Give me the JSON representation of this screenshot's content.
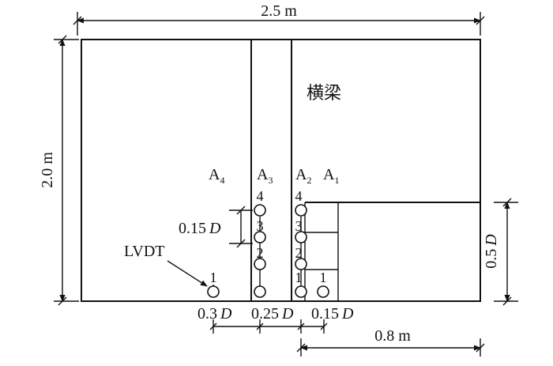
{
  "dims": {
    "top_width": "2.5 m",
    "left_height": "2.0 m",
    "right_height_num": "0.5",
    "right_height_sym": "D",
    "bottom_right": "0.8 m",
    "spacing_a_num": "0.3",
    "spacing_a_sym": "D",
    "spacing_b_num": "0.25",
    "spacing_b_sym": "D",
    "spacing_c_num": "0.15",
    "spacing_c_sym": "D",
    "vertical_spacing_num": "0.15",
    "vertical_spacing_sym": "D"
  },
  "labels": {
    "beam": "横梁",
    "lvdt": "LVDT",
    "a_letter": "A",
    "a4_sub": "4",
    "a3_sub": "3",
    "a2_sub": "2",
    "a1_sub": "1"
  },
  "gauges": {
    "n1": "1",
    "n2": "2",
    "n3": "3",
    "n4": "4"
  }
}
